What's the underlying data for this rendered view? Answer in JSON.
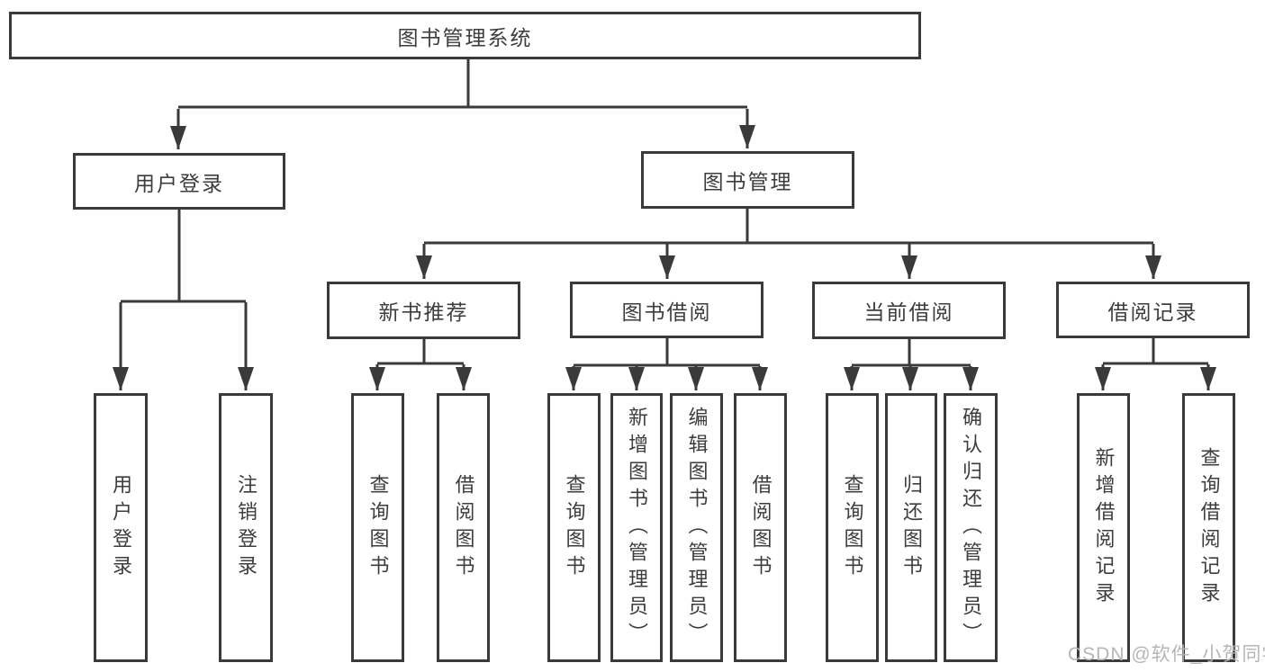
{
  "diagram": {
    "root": {
      "label": "图书管理系统"
    },
    "branches": [
      {
        "label": "用户登录",
        "children": [
          {
            "label": "用户登录"
          },
          {
            "label": "注销登录"
          }
        ]
      },
      {
        "label": "图书管理",
        "groups": [
          {
            "label": "新书推荐",
            "children": [
              {
                "label": "查询图书"
              },
              {
                "label": "借阅图书"
              }
            ]
          },
          {
            "label": "图书借阅",
            "children": [
              {
                "label": "查询图书"
              },
              {
                "label": "新增图书（管理员）"
              },
              {
                "label": "编辑图书（管理员）"
              },
              {
                "label": "借阅图书"
              }
            ]
          },
          {
            "label": "当前借阅",
            "children": [
              {
                "label": "查询图书"
              },
              {
                "label": "归还图书"
              },
              {
                "label": "确认归还（管理员）"
              }
            ]
          },
          {
            "label": "借阅记录",
            "children": [
              {
                "label": "新增借阅记录"
              },
              {
                "label": "查询借阅记录"
              }
            ]
          }
        ]
      }
    ]
  },
  "watermark": {
    "text": "CSDN @软件_小贺同学"
  },
  "colors": {
    "line": "#3a3a3a",
    "text": "#3d3d3d",
    "watermark": "#b3b3b3",
    "background": "#ffffff"
  }
}
